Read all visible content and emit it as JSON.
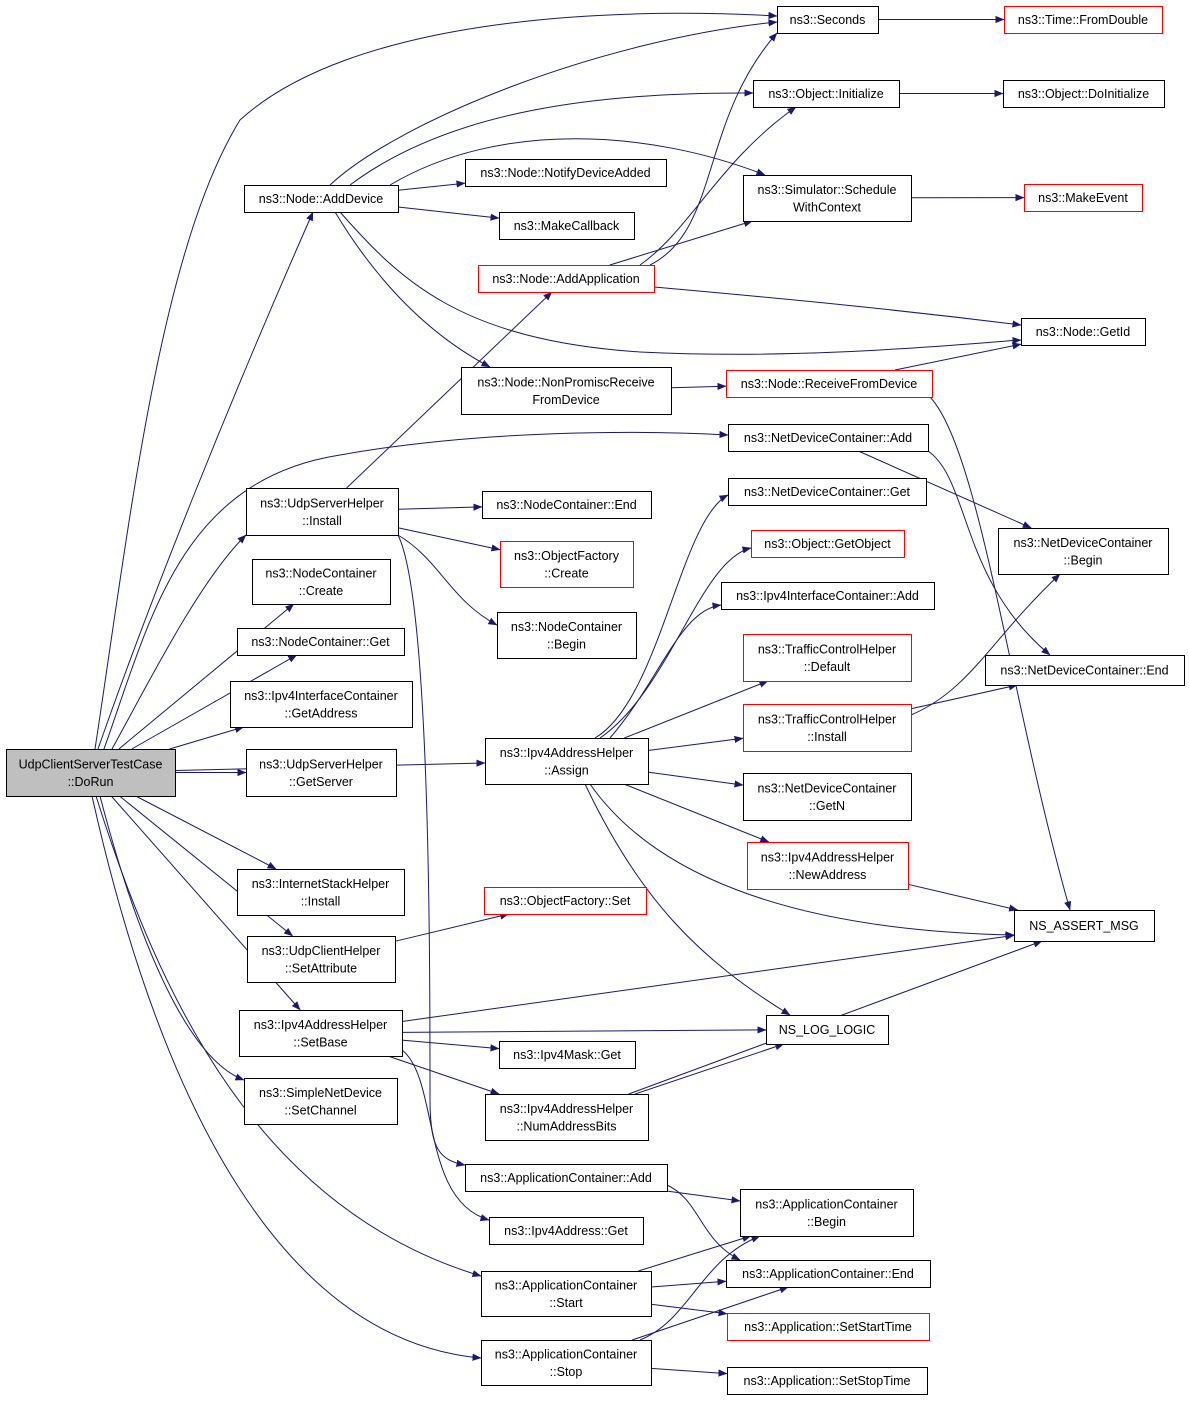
{
  "colors": {
    "edge": "#191970",
    "border_default": "#000000",
    "border_external": "#ff0000",
    "fill_root": "#bfbfbf",
    "fill_default": "#ffffff"
  },
  "nodes": [
    {
      "id": "root",
      "kind": "root",
      "lines": [
        "UdpClientServerTestCase",
        "::DoRun"
      ]
    },
    {
      "id": "seconds",
      "kind": "default",
      "lines": [
        "ns3::Seconds"
      ]
    },
    {
      "id": "fromdouble",
      "kind": "external",
      "lines": [
        "ns3::Time::FromDouble"
      ]
    },
    {
      "id": "objinit",
      "kind": "default",
      "lines": [
        "ns3::Object::Initialize"
      ]
    },
    {
      "id": "doinit",
      "kind": "default",
      "lines": [
        "ns3::Object::DoInitialize"
      ]
    },
    {
      "id": "notifydev",
      "kind": "default",
      "lines": [
        "ns3::Node::NotifyDeviceAdded"
      ]
    },
    {
      "id": "schedctx",
      "kind": "default",
      "lines": [
        "ns3::Simulator::Schedule",
        "WithContext"
      ]
    },
    {
      "id": "makeevent",
      "kind": "external",
      "lines": [
        "ns3::MakeEvent"
      ]
    },
    {
      "id": "adddevice",
      "kind": "default",
      "lines": [
        "ns3::Node::AddDevice"
      ]
    },
    {
      "id": "makecb",
      "kind": "default",
      "lines": [
        "ns3::MakeCallback"
      ]
    },
    {
      "id": "addapp",
      "kind": "external",
      "lines": [
        "ns3::Node::AddApplication"
      ]
    },
    {
      "id": "getid",
      "kind": "default",
      "lines": [
        "ns3::Node::GetId"
      ]
    },
    {
      "id": "nonpromisc",
      "kind": "default",
      "lines": [
        "ns3::Node::NonPromiscReceive",
        "FromDevice"
      ]
    },
    {
      "id": "recvfrom",
      "kind": "external",
      "lines": [
        "ns3::Node::ReceiveFromDevice"
      ]
    },
    {
      "id": "ndcadd",
      "kind": "default",
      "lines": [
        "ns3::NetDeviceContainer::Add"
      ]
    },
    {
      "id": "udpsrvinstall",
      "kind": "default",
      "lines": [
        "ns3::UdpServerHelper",
        "::Install"
      ]
    },
    {
      "id": "ncend",
      "kind": "default",
      "lines": [
        "ns3::NodeContainer::End"
      ]
    },
    {
      "id": "ndcget",
      "kind": "default",
      "lines": [
        "ns3::NetDeviceContainer::Get"
      ]
    },
    {
      "id": "ofcreate",
      "kind": "external",
      "lines": [
        "ns3::ObjectFactory",
        "::Create"
      ]
    },
    {
      "id": "getobject",
      "kind": "external",
      "lines": [
        "ns3::Object::GetObject"
      ]
    },
    {
      "id": "ndcbegin",
      "kind": "default",
      "lines": [
        "ns3::NetDeviceContainer",
        "::Begin"
      ]
    },
    {
      "id": "nccreate",
      "kind": "default",
      "lines": [
        "ns3::NodeContainer",
        "::Create"
      ]
    },
    {
      "id": "ifcadd",
      "kind": "default",
      "lines": [
        "ns3::Ipv4InterfaceContainer::Add"
      ]
    },
    {
      "id": "ncbegin",
      "kind": "default",
      "lines": [
        "ns3::NodeContainer",
        "::Begin"
      ]
    },
    {
      "id": "ncget",
      "kind": "default",
      "lines": [
        "ns3::NodeContainer::Get"
      ]
    },
    {
      "id": "tcdefault",
      "kind": "external",
      "lines": [
        "ns3::TrafficControlHelper",
        "::Default"
      ]
    },
    {
      "id": "ndcend",
      "kind": "default",
      "lines": [
        "ns3::NetDeviceContainer::End"
      ]
    },
    {
      "id": "ifcgetaddr",
      "kind": "default",
      "lines": [
        "ns3::Ipv4InterfaceContainer",
        "::GetAddress"
      ]
    },
    {
      "id": "tcinstall",
      "kind": "external",
      "lines": [
        "ns3::TrafficControlHelper",
        "::Install"
      ]
    },
    {
      "id": "assign",
      "kind": "default",
      "lines": [
        "ns3::Ipv4AddressHelper",
        "::Assign"
      ]
    },
    {
      "id": "getserver",
      "kind": "default",
      "lines": [
        "ns3::UdpServerHelper",
        "::GetServer"
      ]
    },
    {
      "id": "ndcgetn",
      "kind": "default",
      "lines": [
        "ns3::NetDeviceContainer",
        "::GetN"
      ]
    },
    {
      "id": "newaddr",
      "kind": "external",
      "lines": [
        "ns3::Ipv4AddressHelper",
        "::NewAddress"
      ]
    },
    {
      "id": "ishinstall",
      "kind": "default",
      "lines": [
        "ns3::InternetStackHelper",
        "::Install"
      ]
    },
    {
      "id": "ofset",
      "kind": "external",
      "lines": [
        "ns3::ObjectFactory::Set"
      ]
    },
    {
      "id": "assertmsg",
      "kind": "default",
      "lines": [
        "NS_ASSERT_MSG"
      ]
    },
    {
      "id": "setattr",
      "kind": "default",
      "lines": [
        "ns3::UdpClientHelper",
        "::SetAttribute"
      ]
    },
    {
      "id": "setbase",
      "kind": "default",
      "lines": [
        "ns3::Ipv4AddressHelper",
        "::SetBase"
      ]
    },
    {
      "id": "loglogic",
      "kind": "default",
      "lines": [
        "NS_LOG_LOGIC"
      ]
    },
    {
      "id": "maskget",
      "kind": "default",
      "lines": [
        "ns3::Ipv4Mask::Get"
      ]
    },
    {
      "id": "setchannel",
      "kind": "default",
      "lines": [
        "ns3::SimpleNetDevice",
        "::SetChannel"
      ]
    },
    {
      "id": "numaddrbits",
      "kind": "default",
      "lines": [
        "ns3::Ipv4AddressHelper",
        "::NumAddressBits"
      ]
    },
    {
      "id": "acadd",
      "kind": "default",
      "lines": [
        "ns3::ApplicationContainer::Add"
      ]
    },
    {
      "id": "acbegin",
      "kind": "default",
      "lines": [
        "ns3::ApplicationContainer",
        "::Begin"
      ]
    },
    {
      "id": "addrget",
      "kind": "default",
      "lines": [
        "ns3::Ipv4Address::Get"
      ]
    },
    {
      "id": "acstart",
      "kind": "default",
      "lines": [
        "ns3::ApplicationContainer",
        "::Start"
      ]
    },
    {
      "id": "acend",
      "kind": "default",
      "lines": [
        "ns3::ApplicationContainer::End"
      ]
    },
    {
      "id": "setstart",
      "kind": "external",
      "lines": [
        "ns3::Application::SetStartTime"
      ]
    },
    {
      "id": "acstop",
      "kind": "default",
      "lines": [
        "ns3::ApplicationContainer",
        "::Stop"
      ]
    },
    {
      "id": "setstop",
      "kind": "default",
      "lines": [
        "ns3::Application::SetStopTime"
      ]
    }
  ],
  "edges": [
    [
      "root",
      "seconds"
    ],
    [
      "root",
      "adddevice"
    ],
    [
      "root",
      "ndcadd"
    ],
    [
      "root",
      "udpsrvinstall"
    ],
    [
      "root",
      "nccreate"
    ],
    [
      "root",
      "ncget"
    ],
    [
      "root",
      "ifcgetaddr"
    ],
    [
      "root",
      "getserver"
    ],
    [
      "root",
      "assign"
    ],
    [
      "root",
      "ishinstall"
    ],
    [
      "root",
      "setattr"
    ],
    [
      "root",
      "setbase"
    ],
    [
      "root",
      "setchannel"
    ],
    [
      "root",
      "acstart"
    ],
    [
      "root",
      "acstop"
    ],
    [
      "adddevice",
      "seconds"
    ],
    [
      "adddevice",
      "objinit"
    ],
    [
      "adddevice",
      "schedctx"
    ],
    [
      "adddevice",
      "notifydev"
    ],
    [
      "adddevice",
      "makecb"
    ],
    [
      "adddevice",
      "getid"
    ],
    [
      "adddevice",
      "nonpromisc"
    ],
    [
      "addapp",
      "seconds"
    ],
    [
      "addapp",
      "objinit"
    ],
    [
      "addapp",
      "schedctx"
    ],
    [
      "addapp",
      "getid"
    ],
    [
      "seconds",
      "fromdouble"
    ],
    [
      "objinit",
      "doinit"
    ],
    [
      "schedctx",
      "makeevent"
    ],
    [
      "nonpromisc",
      "recvfrom"
    ],
    [
      "recvfrom",
      "getid"
    ],
    [
      "recvfrom",
      "assertmsg"
    ],
    [
      "ndcadd",
      "ndcbegin"
    ],
    [
      "ndcadd",
      "ndcend"
    ],
    [
      "udpsrvinstall",
      "addapp"
    ],
    [
      "udpsrvinstall",
      "ncend"
    ],
    [
      "udpsrvinstall",
      "ofcreate"
    ],
    [
      "udpsrvinstall",
      "ncbegin"
    ],
    [
      "udpsrvinstall",
      "acadd"
    ],
    [
      "assign",
      "ndcget"
    ],
    [
      "assign",
      "getobject"
    ],
    [
      "assign",
      "ifcadd"
    ],
    [
      "assign",
      "tcdefault"
    ],
    [
      "assign",
      "tcinstall"
    ],
    [
      "assign",
      "ndcgetn"
    ],
    [
      "assign",
      "newaddr"
    ],
    [
      "assign",
      "assertmsg"
    ],
    [
      "assign",
      "loglogic"
    ],
    [
      "tcinstall",
      "ndcbegin"
    ],
    [
      "tcinstall",
      "ndcend"
    ],
    [
      "newaddr",
      "assertmsg"
    ],
    [
      "setattr",
      "ofset"
    ],
    [
      "setbase",
      "assertmsg"
    ],
    [
      "setbase",
      "loglogic"
    ],
    [
      "setbase",
      "maskget"
    ],
    [
      "setbase",
      "numaddrbits"
    ],
    [
      "setbase",
      "addrget"
    ],
    [
      "numaddrbits",
      "loglogic"
    ],
    [
      "numaddrbits",
      "assertmsg"
    ],
    [
      "acadd",
      "acbegin"
    ],
    [
      "acadd",
      "acend"
    ],
    [
      "acstart",
      "acbegin"
    ],
    [
      "acstart",
      "acend"
    ],
    [
      "acstart",
      "setstart"
    ],
    [
      "acstop",
      "acbegin"
    ],
    [
      "acstop",
      "acend"
    ],
    [
      "acstop",
      "setstop"
    ]
  ]
}
